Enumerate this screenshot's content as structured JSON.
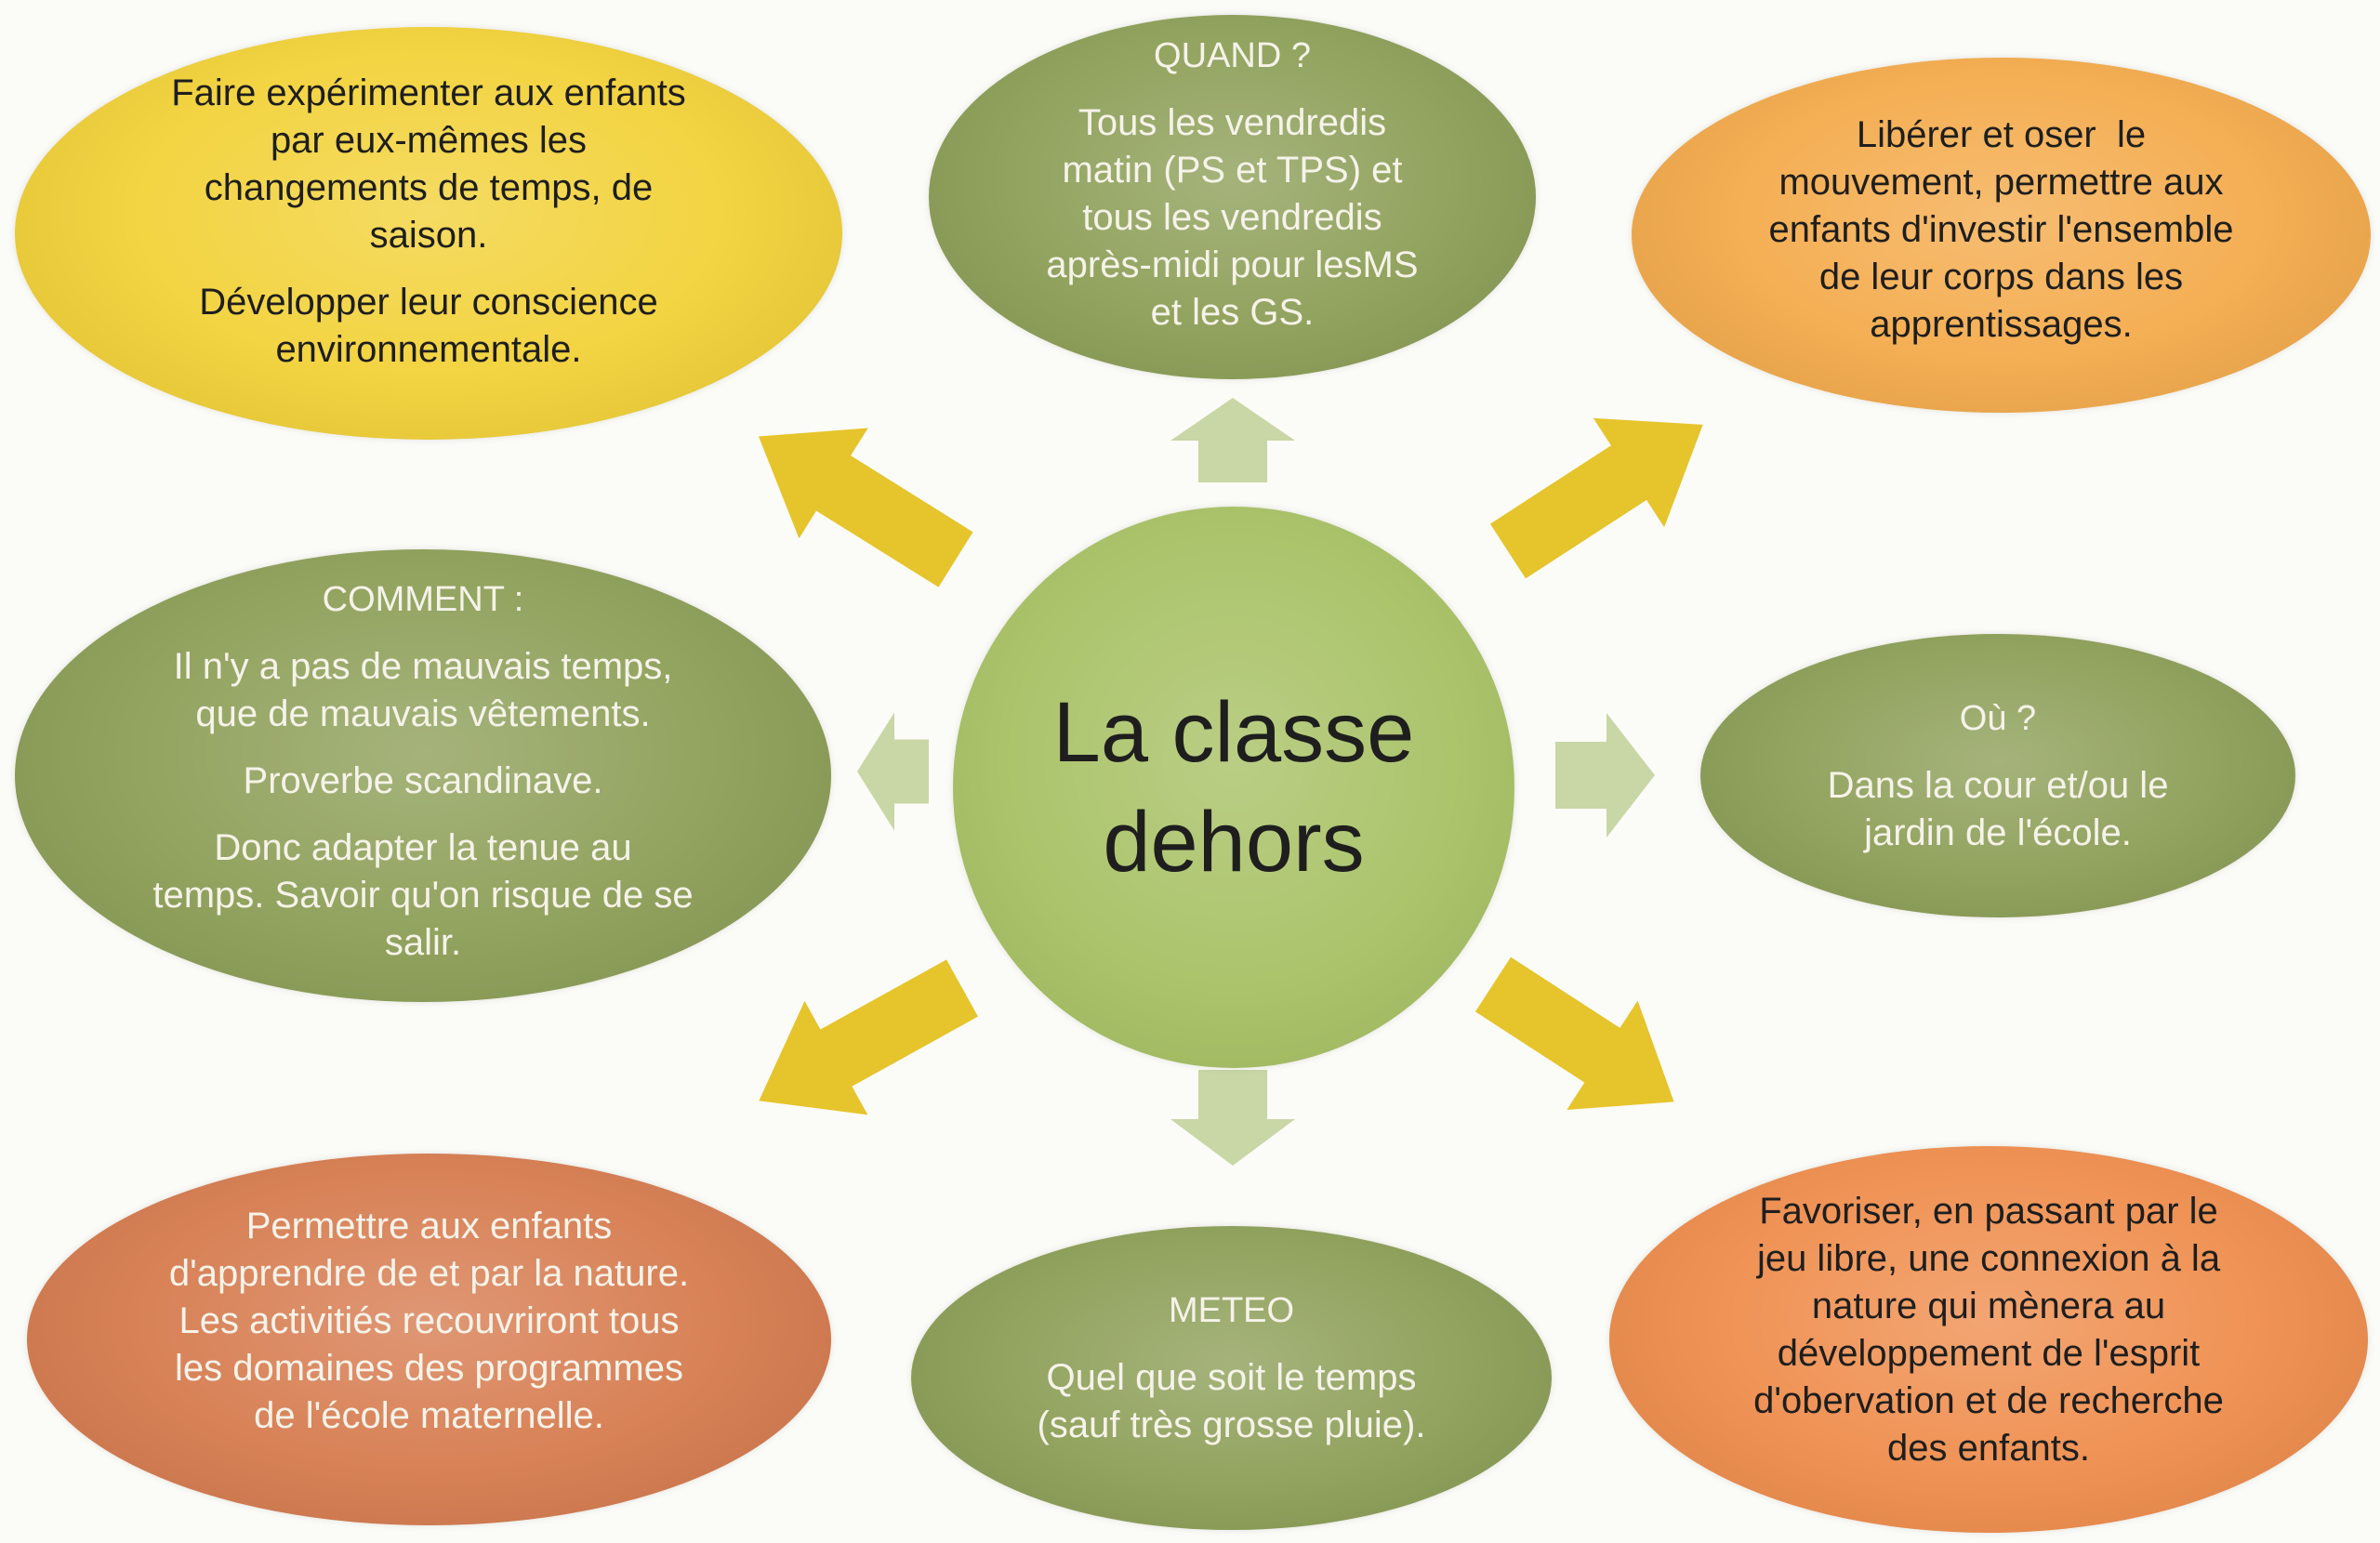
{
  "colors": {
    "background": "#fbfbf7",
    "yellow": "#f2d136",
    "olive": "#8c9e56",
    "orange": "#f4aa4a",
    "terracotta": "#d67a4d",
    "coral": "#ef8c4b",
    "center_green": "#a6c062",
    "arrow_yellow": "#e6c42b",
    "arrow_green": "#c9d6a6",
    "dark_text": "#1e1e1e",
    "light_text": "#f5f3ea"
  },
  "center": {
    "line_1": "La classe",
    "line_2": "dehors"
  },
  "top_left": {
    "p1": [
      "Faire expérimenter aux enfants",
      "par eux-mêmes les",
      "changements de temps, de",
      "saison."
    ],
    "p2": [
      "Développer leur conscience",
      "environnementale."
    ]
  },
  "quand": {
    "heading": "QUAND ?",
    "lines": [
      "Tous les vendredis",
      "matin (PS et TPS) et",
      "tous les vendredis",
      "après-midi pour lesMS",
      "et les GS."
    ]
  },
  "top_right": {
    "lines": [
      "Libérer et oser  le",
      "mouvement, permettre aux",
      "enfants d'investir l'ensemble",
      "de leur corps dans les",
      "apprentissages."
    ]
  },
  "comment": {
    "heading": "COMMENT :",
    "p1": [
      "Il n'y a pas de mauvais temps,",
      "que de mauvais vêtements."
    ],
    "p2": [
      "Proverbe scandinave."
    ],
    "p3": [
      "Donc adapter la tenue au",
      "temps. Savoir qu'on risque de se",
      "salir."
    ]
  },
  "ou": {
    "heading": "Où ?",
    "lines": [
      "Dans la cour et/ou le",
      "jardin de l'école."
    ]
  },
  "bottom_left": {
    "lines": [
      "Permettre aux enfants",
      "d'apprendre de et par la nature.",
      "Les activitiés recouvriront tous",
      "les domaines des programmes",
      "de l'école maternelle."
    ]
  },
  "meteo": {
    "heading": "METEO",
    "lines": [
      "Quel que soit le temps",
      "(sauf très grosse pluie)."
    ]
  },
  "bottom_right": {
    "lines": [
      "Favoriser, en passant par le",
      "jeu libre, une connexion à la",
      "nature qui mènera au",
      "développement de l'esprit",
      "d'obervation et de recherche",
      "des enfants."
    ]
  }
}
